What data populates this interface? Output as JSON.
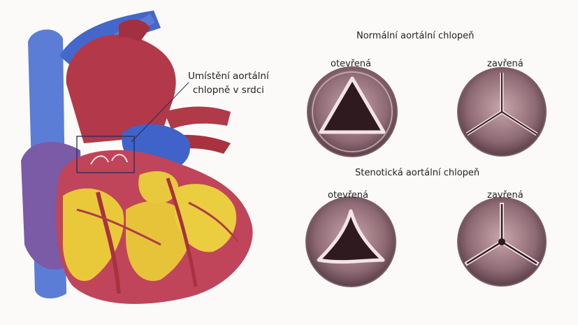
{
  "heart": {
    "callout_line1": "Umístění aortální",
    "callout_line2": "chlopně v srdci"
  },
  "normal_section": {
    "title": "Normální aortální chlopeň",
    "open_label": "otevřená",
    "closed_label": "zavřená"
  },
  "stenotic_section": {
    "title": "Stenotická aortální chlopeň",
    "open_label": "otevřená",
    "closed_label": "zavřená"
  },
  "colors": {
    "aorta_red": "#b2384a",
    "vein_blue": "#3f63c9",
    "fat_yellow": "#e9c93a",
    "valve_rim": "#6b4f5a",
    "valve_lumen": "#3a1f24"
  }
}
